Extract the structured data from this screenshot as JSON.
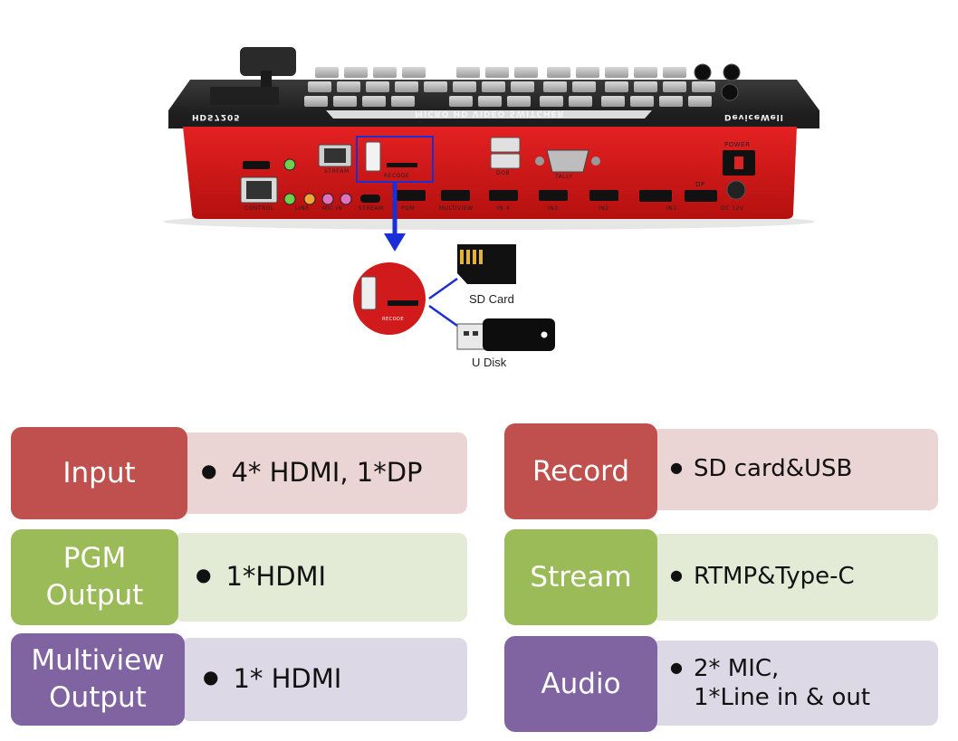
{
  "device": {
    "brand": "DeviceWell",
    "model": "HDS7205",
    "title": "MICRO HD VIDEO SWITCHER",
    "ports_top": [
      "STREAM",
      "RECODE",
      "DOB",
      "TALLY",
      "POWER"
    ],
    "ports_bottom": [
      "CONTROL",
      "LINE",
      "MIC IN",
      "STREAM",
      "PGM",
      "MULTIVIEW",
      "IN 4",
      "IN3",
      "IN2",
      "IN1",
      "DP",
      "DC 12V"
    ]
  },
  "callout": {
    "sd_card_label": "SD Card",
    "u_disk_label": "U Disk",
    "recode_label": "RECODE"
  },
  "specs": {
    "left": [
      {
        "label": "Input",
        "value": "4* HDMI,  1*DP"
      },
      {
        "label": "PGM\nOutput",
        "value": "1*HDMI"
      },
      {
        "label": "Multiview\nOutput",
        "value": "1*  HDMI"
      }
    ],
    "right": [
      {
        "label": "Record",
        "value": "SD card&USB"
      },
      {
        "label": "Stream",
        "value": "RTMP&Type-C"
      },
      {
        "label": "Audio",
        "value": "2*  MIC,\n1*Line in & out"
      }
    ]
  },
  "colors": {
    "red": "#c0504d",
    "red_light": "#ebd5d4",
    "green": "#9bbb59",
    "green_light": "#e3ead6",
    "purple": "#8064a2",
    "purple_light": "#ddd8e6",
    "device_red": "#d8191b",
    "arrow_blue": "#1b2fd6"
  }
}
